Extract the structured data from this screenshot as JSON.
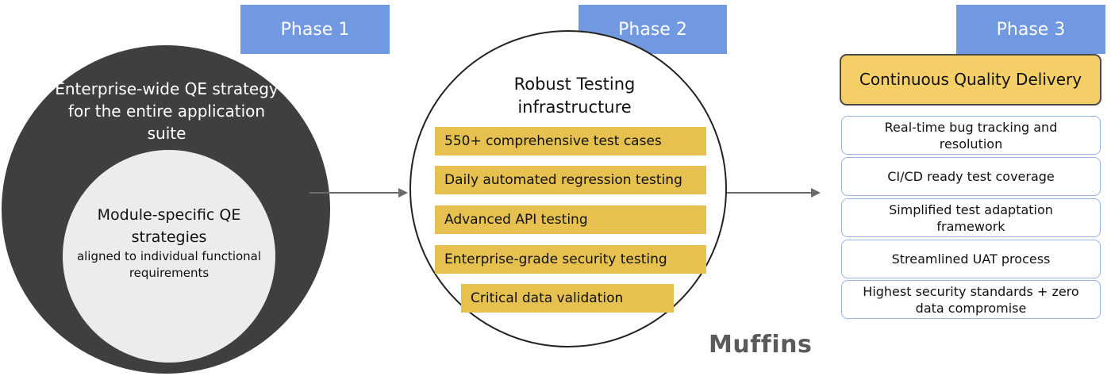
{
  "phases": [
    {
      "label": "Phase 1"
    },
    {
      "label": "Phase 2"
    },
    {
      "label": "Phase 3"
    }
  ],
  "phase1": {
    "outer_text": "Enterprise-wide QE strategy for the entire application suite",
    "inner_title": "Module-specific QE strategies",
    "inner_subtitle": "aligned to individual functional requirements"
  },
  "phase2": {
    "title": "Robust Testing infrastructure",
    "items": [
      "550+ comprehensive test cases",
      "Daily automated regression testing",
      "Advanced API testing",
      "Enterprise-grade security testing",
      "Critical data validation"
    ]
  },
  "phase3": {
    "title": "Continuous Quality Delivery",
    "items": [
      "Real-time bug tracking and resolution",
      "CI/CD ready test coverage",
      "Simplified test adaptation framework",
      "Streamlined UAT process",
      "Highest security standards + zero data compromise"
    ]
  },
  "logo": {
    "text": "Muffins"
  },
  "colors": {
    "phase_tab": "#7199e2",
    "outer_circle": "#3f3f3f",
    "inner_circle": "#ececec",
    "yellow_bar": "#e6c14f",
    "cqd_box": "#f4cf67",
    "item_border": "#97b4e6"
  }
}
